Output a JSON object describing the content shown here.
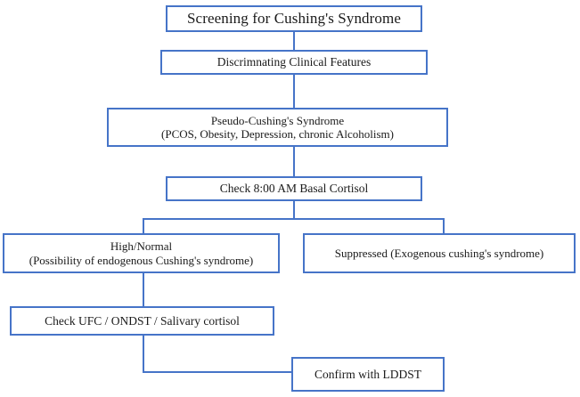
{
  "diagram": {
    "title": "Screening for Cushing's Syndrome",
    "type": "flowchart",
    "accent_color": "#4674c8",
    "background_color": "#ffffff",
    "text_color": "#1a1a1a",
    "nodes": {
      "title": {
        "text": "Screening for Cushing's Syndrome"
      },
      "features": {
        "text": "Discrimnating Clinical Features"
      },
      "pseudo": {
        "line1": "Pseudo-Cushing's Syndrome",
        "line2": "(PCOS, Obesity, Depression, chronic Alcoholism)"
      },
      "basal": {
        "text": "Check 8:00 AM Basal Cortisol"
      },
      "high": {
        "line1": "High/Normal",
        "line2": "(Possibility of endogenous Cushing's syndrome)"
      },
      "suppressed": {
        "text": "Suppressed (Exogenous cushing's syndrome)"
      },
      "ufc": {
        "text": "Check UFC / ONDST / Salivary cortisol"
      },
      "confirm": {
        "text": "Confirm with LDDST"
      }
    }
  }
}
